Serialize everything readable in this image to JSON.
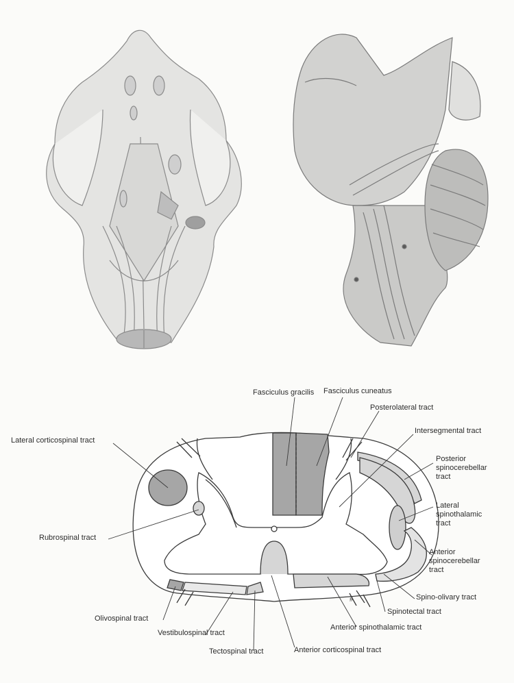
{
  "labels": {
    "fasciculus_gracilis": "Fasciculus gracilis",
    "fasciculus_cuneatus": "Fasciculus cuneatus",
    "posterolateral_tract": "Posterolateral tract",
    "intersegmental_tract": "Intersegmental tract",
    "posterior_spinocerebellar_tract": "Posterior\nspinocerebellar\ntract",
    "lateral_spinothalamic_tract": "Lateral\nspinothalamic\ntract",
    "anterior_spinocerebellar_tract": "Anterior\nspinocerebellar\ntract",
    "spino_olivary_tract": "Spino-olivary tract",
    "spinotectal_tract": "Spinotectal tract",
    "anterior_spinothalamic_tract": "Anterior spinothalamic tract",
    "anterior_corticospinal_tract": "Anterior corticospinal tract",
    "tectospinal_tract": "Tectospinal tract",
    "vestibulospinal_tract": "Vestibulospinal tract",
    "olivospinal_tract": "Olivospinal tract",
    "rubrospinal_tract": "Rubrospinal tract",
    "lateral_corticospinal_tract": "Lateral corticospinal tract"
  },
  "colors": {
    "ink": "#3a3a3a",
    "tract_dark": "#a6a6a6",
    "tract_light": "#d6d6d6",
    "tissue": "#cfcfcf",
    "background": "#fbfbf9"
  }
}
